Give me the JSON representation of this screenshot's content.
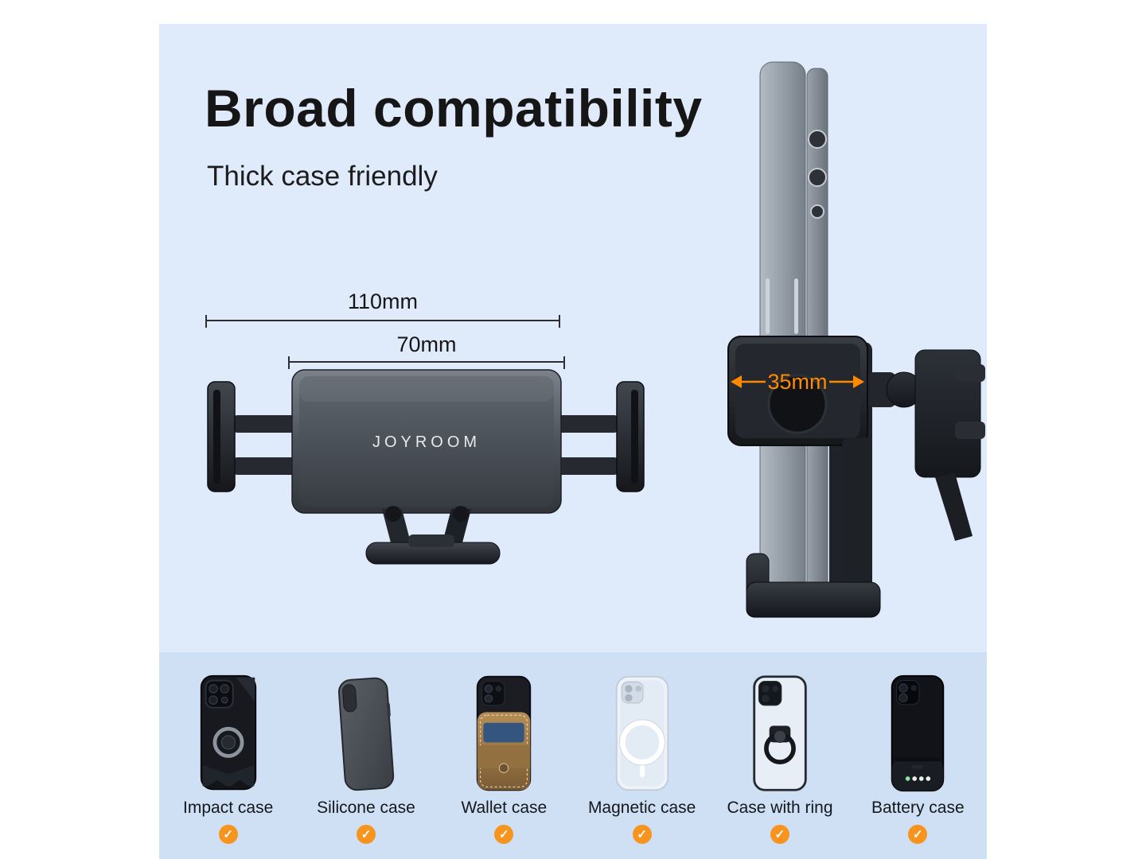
{
  "title": "Broad compatibility",
  "subtitle": "Thick case friendly",
  "brand": "JOYROOM",
  "dimensions": {
    "outer_width": "110mm",
    "inner_width": "70mm",
    "clamp_depth": "35mm"
  },
  "cases": [
    {
      "label": "Impact case",
      "icon": "impact-case-icon"
    },
    {
      "label": "Silicone case",
      "icon": "silicone-case-icon"
    },
    {
      "label": "Wallet case",
      "icon": "wallet-case-icon"
    },
    {
      "label": "Magnetic case",
      "icon": "magnetic-case-icon"
    },
    {
      "label": "Case with ring",
      "icon": "case-with-ring-icon"
    },
    {
      "label": "Battery case",
      "icon": "battery-case-icon"
    }
  ],
  "check_icon": "✓",
  "colors": {
    "accent_orange": "#FF8A00",
    "check_orange": "#F7941D",
    "panel_blue": "#DFEAFA",
    "strip_blue": "#CFE0F4",
    "text_dark": "#161616"
  }
}
